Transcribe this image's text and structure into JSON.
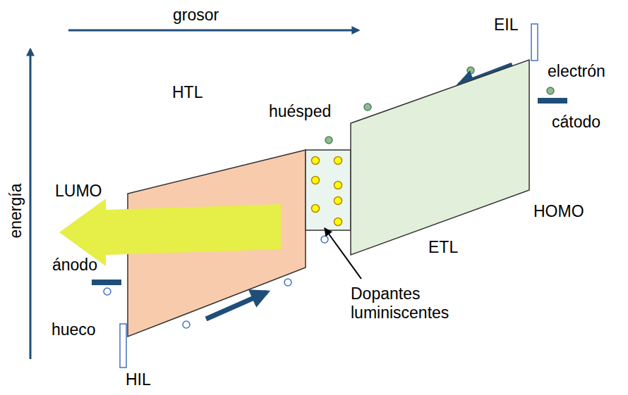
{
  "diagram": {
    "nodes": [
      {
        "text": [
          "HTL"
        ]
      },
      {
        "text": [
          "huésped"
        ]
      },
      {
        "text": [
          "ETL"
        ]
      }
    ],
    "labels": [
      "grosor",
      "energía",
      "LUMO",
      "HOMO",
      "ánodo",
      "cátodo",
      "hueco",
      "electrón",
      "HIL",
      "EIL",
      "Dopantes luminiscentes"
    ]
  }
}
